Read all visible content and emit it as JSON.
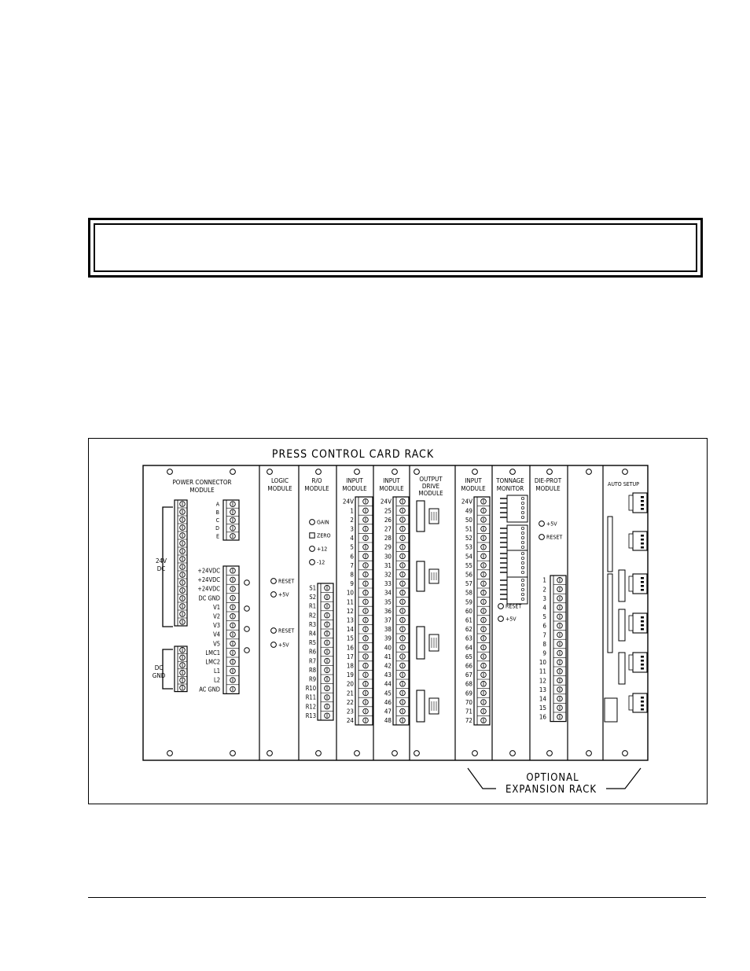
{
  "figure": {
    "title": "PRESS CONTROL CARD RACK",
    "expansion_label_line1": "OPTIONAL",
    "expansion_label_line2": "EXPANSION RACK"
  },
  "modules": {
    "power_connector": {
      "name_line1": "POWER CONNECTOR",
      "name_line2": "MODULE",
      "dc24_label_line1": "24V",
      "dc24_label_line2": "DC",
      "dcgnd_label_line1": "DC",
      "dcgnd_label_line2": "GND",
      "top_block_labels": [
        "A",
        "B",
        "C",
        "D",
        "E"
      ],
      "main_block_labels": [
        "+24VDC",
        "+24VDC",
        "+24VDC",
        "DC GND",
        "V1",
        "V2",
        "V3",
        "V4",
        "V5",
        "LMC1",
        "LMC2",
        "L1",
        "L2",
        "AC GND"
      ]
    },
    "logic": {
      "name_line1": "LOGIC",
      "name_line2": "MODULE",
      "indicators": [
        "RESET",
        "+5V",
        "RESET",
        "+5V"
      ]
    },
    "ro": {
      "name_line1": "R/O",
      "name_line2": "MODULE",
      "indicators": [
        "GAIN",
        "ZERO",
        "+12",
        "-12"
      ],
      "terminal_labels": [
        "S1",
        "S2",
        "R1",
        "R2",
        "R3",
        "R4",
        "R5",
        "R6",
        "R7",
        "R8",
        "R9",
        "R10",
        "R11",
        "R12",
        "R13"
      ]
    },
    "input1": {
      "name_line1": "INPUT",
      "name_line2": "MODULE",
      "terminal_labels": [
        "24V",
        "1",
        "2",
        "3",
        "4",
        "5",
        "6",
        "7",
        "8",
        "9",
        "10",
        "11",
        "12",
        "13",
        "14",
        "15",
        "16",
        "17",
        "18",
        "19",
        "20",
        "21",
        "22",
        "23",
        "24"
      ]
    },
    "input2": {
      "name_line1": "INPUT",
      "name_line2": "MODULE",
      "terminal_labels": [
        "24V",
        "25",
        "26",
        "27",
        "28",
        "29",
        "30",
        "31",
        "32",
        "33",
        "34",
        "35",
        "36",
        "37",
        "38",
        "39",
        "40",
        "41",
        "42",
        "43",
        "44",
        "45",
        "46",
        "47",
        "48"
      ]
    },
    "output_drive": {
      "name_line1": "OUTPUT",
      "name_line2": "DRIVE",
      "name_line3": "MODULE"
    },
    "input3": {
      "name_line1": "INPUT",
      "name_line2": "MODULE",
      "terminal_labels": [
        "24V",
        "49",
        "50",
        "51",
        "52",
        "53",
        "54",
        "55",
        "56",
        "57",
        "58",
        "59",
        "60",
        "61",
        "62",
        "63",
        "64",
        "65",
        "66",
        "67",
        "68",
        "69",
        "70",
        "71",
        "72"
      ]
    },
    "tonnage": {
      "name_line1": "TONNAGE",
      "name_line2": "MONITOR",
      "indicators": [
        "RESET",
        "+5V"
      ]
    },
    "die_protection": {
      "name_line1": "DIE-PROT",
      "name_line2": "MODULE",
      "indicators": [
        "+5V",
        "RESET"
      ],
      "terminal_labels": [
        "1",
        "2",
        "3",
        "4",
        "5",
        "6",
        "7",
        "8",
        "9",
        "10",
        "11",
        "12",
        "13",
        "14",
        "15",
        "16"
      ]
    },
    "auto_setup": {
      "name": "AUTO SETUP"
    }
  }
}
